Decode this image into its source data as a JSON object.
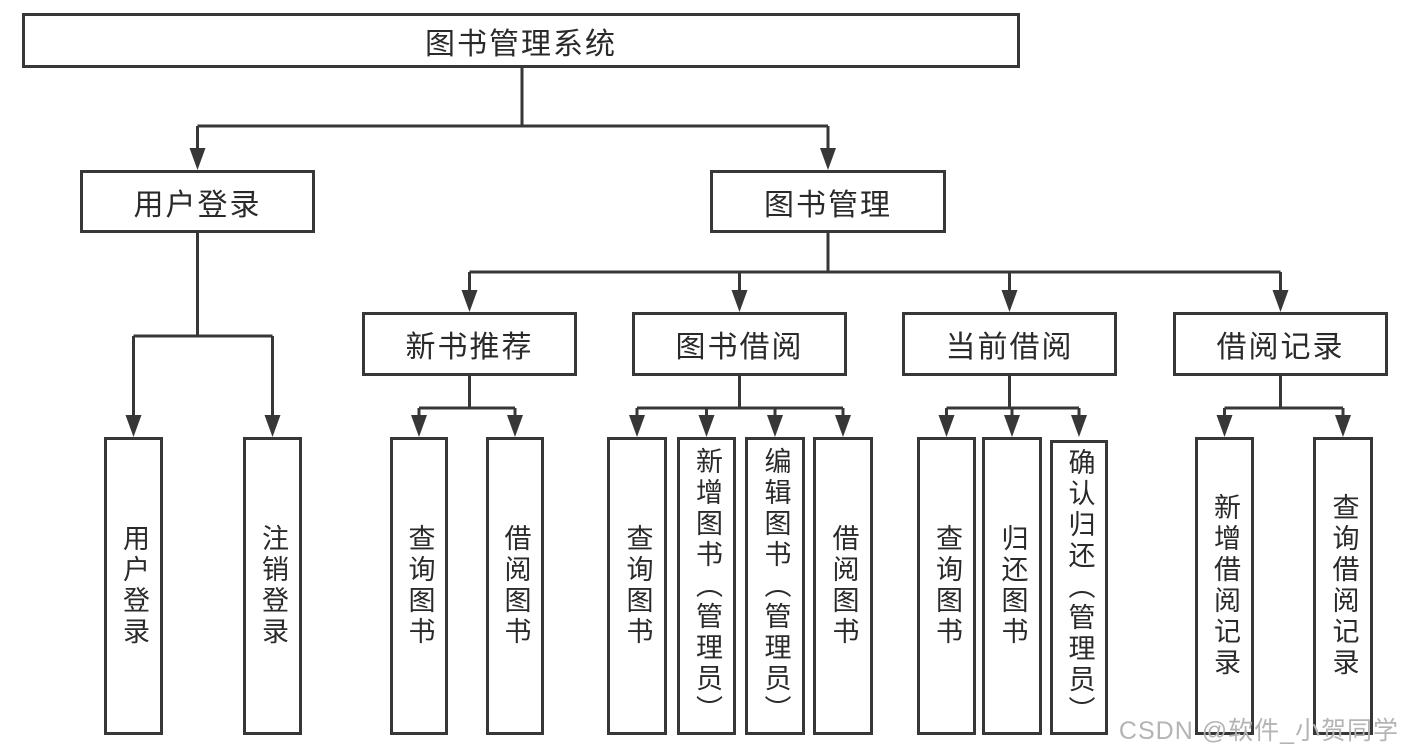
{
  "nodes": {
    "root": "图书管理系统",
    "user_login": "用户登录",
    "book_mgmt": "图书管理",
    "new_book_rec": "新书推荐",
    "book_borrow": "图书借阅",
    "current_borrow": "当前借阅",
    "borrow_record": "借阅记录",
    "leaf_user_login": "用户登录",
    "leaf_logout": "注销登录",
    "leaf_query_book_1": "查询图书",
    "leaf_borrow_book_1": "借阅图书",
    "leaf_query_book_2": "查询图书",
    "leaf_add_book_admin": "新增图书（管理员）",
    "leaf_edit_book_admin": "编辑图书（管理员）",
    "leaf_borrow_book_2": "借阅图书",
    "leaf_query_book_3": "查询图书",
    "leaf_return_book": "归还图书",
    "leaf_confirm_return_admin": "确认归还（管理员）",
    "leaf_add_borrow_record": "新增借阅记录",
    "leaf_query_borrow_record": "查询借阅记录"
  },
  "watermark": "CSDN @软件_小贺同学",
  "colors": {
    "line": "#373737",
    "text": "#2a2a2a",
    "background": "#ffffff",
    "watermark": "#b4b4b4"
  }
}
